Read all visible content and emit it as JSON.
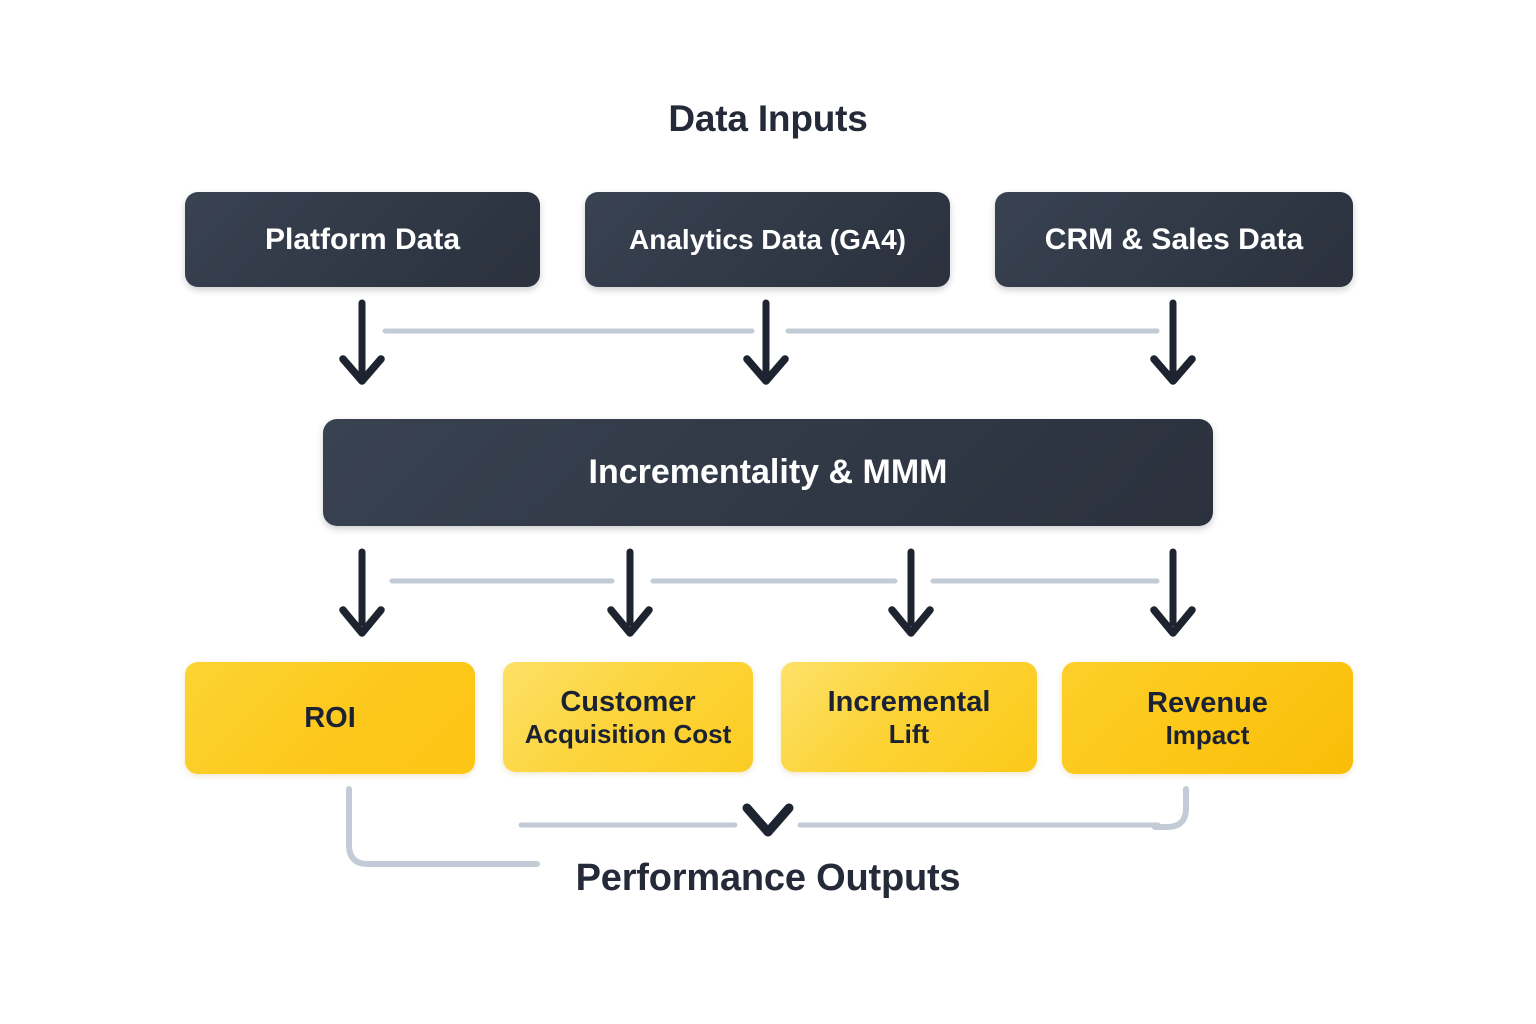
{
  "diagram": {
    "type": "flow",
    "background": "#ffffff",
    "sections": {
      "top_heading": "Data Inputs",
      "bottom_heading": "Performance Outputs"
    },
    "colors": {
      "dark_node": "#323a48",
      "dark_node_text": "#ffffff",
      "accent_node": "#fdc81c",
      "accent_node_text": "#1b2233",
      "heading_text": "#242a38",
      "arrow": "#1d2430",
      "connector_line": "#c3cbd6"
    },
    "rows": {
      "inputs": [
        {
          "label": "Platform Data"
        },
        {
          "label": "Analytics Data (GA4)"
        },
        {
          "label": "CRM & Sales Data"
        }
      ],
      "model": {
        "label": "Incrementality & MMM"
      },
      "outputs": [
        {
          "line1": "ROI",
          "line2": ""
        },
        {
          "line1": "Customer",
          "line2": "Acquisition Cost"
        },
        {
          "line1": "Incremental",
          "line2": "Lift"
        },
        {
          "line1": "Revenue",
          "line2": "Impact"
        }
      ]
    },
    "connectors": {
      "arrow_down_icon": "arrow-down-icon",
      "chevron_down_icon": "chevron-down-icon",
      "bracket_icon": "rounded-bracket-icon",
      "inputs_to_model_count": 3,
      "model_to_outputs_count": 4
    }
  }
}
